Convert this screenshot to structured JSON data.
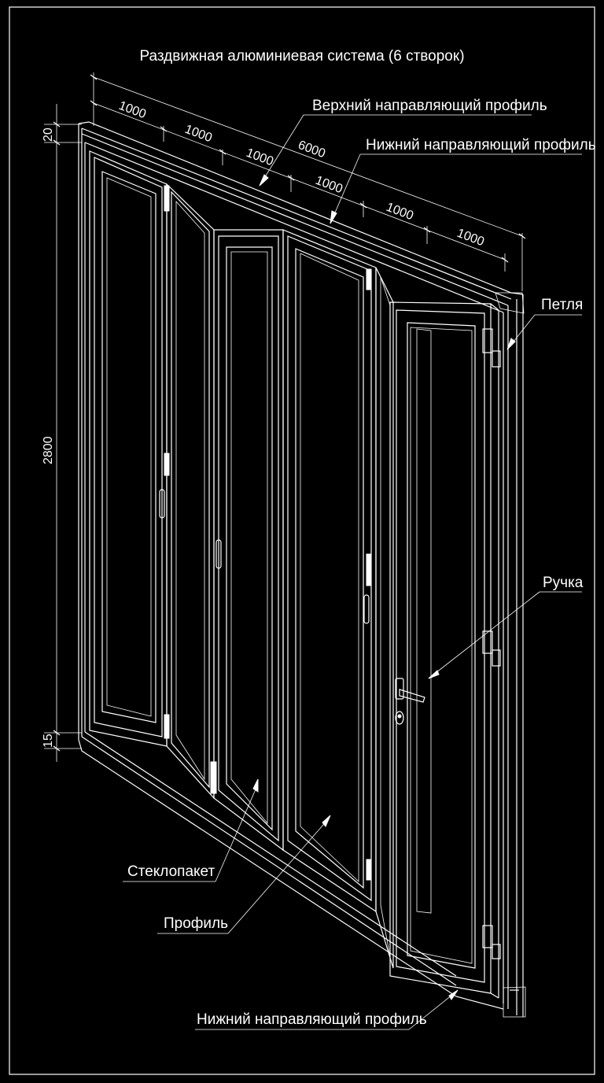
{
  "title": "Раздвижная алюминиевая система (6 створок)",
  "labels": {
    "top_guide": "Верхний направляющий профиль",
    "bottom_guide_top": "Нижний направляющий профиль",
    "hinge": "Петля",
    "handle": "Ручка",
    "glass": "Стеклопакет",
    "profile": "Профиль",
    "bottom_guide_bottom": "Нижний направляющий профиль"
  },
  "dimensions": {
    "panel_widths": [
      "1000",
      "1000",
      "1000",
      "1000",
      "1000",
      "1000"
    ],
    "total_width": "6000",
    "height": "2800",
    "top_offset": "20",
    "bottom_offset": "15"
  },
  "colors": {
    "background": "#000000",
    "lines": "#ffffff"
  }
}
